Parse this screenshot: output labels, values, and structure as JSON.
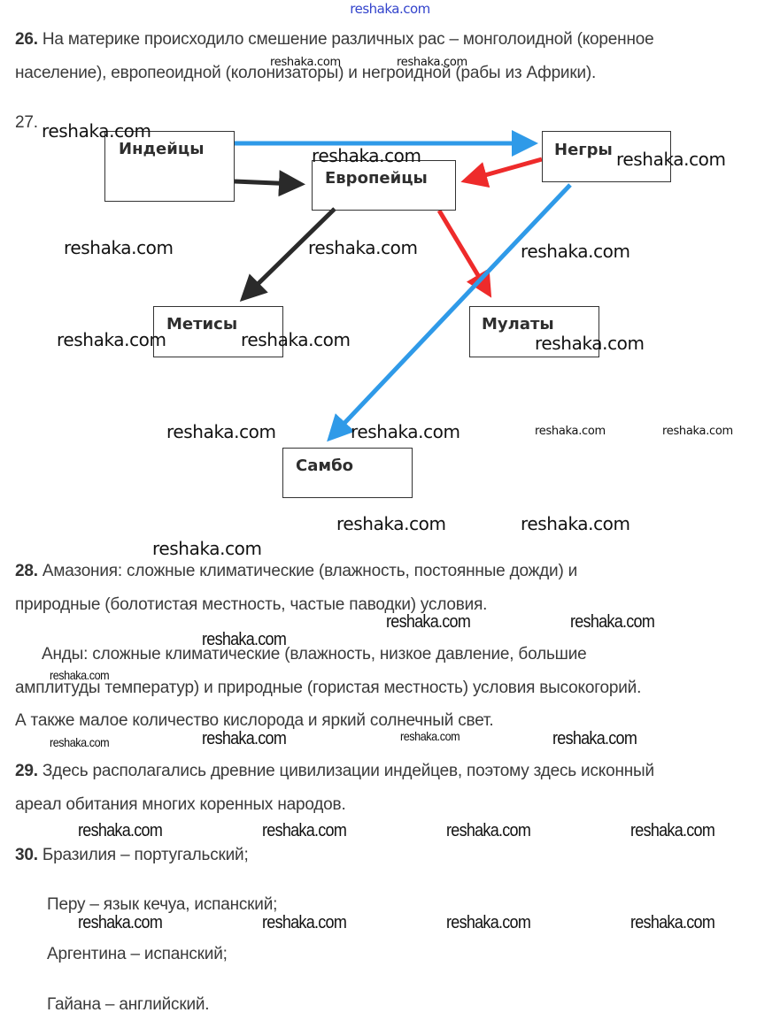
{
  "header": {
    "site": "reshaka.com"
  },
  "q26": {
    "number": "26.",
    "line1": " На материке происходило смешение различных рас – монголоидной (коренное",
    "line2": "население), европеоидной (колонизаторы) и негроидной (рабы из Африки)."
  },
  "q27": {
    "number": "27.",
    "diagram": {
      "nodes": {
        "indians": "Индейцы",
        "europeans": "Европейцы",
        "negroes": "Негры",
        "mestizos": "Метисы",
        "mulattoes": "Мулаты",
        "sambo": "Самбо"
      },
      "edges": [
        {
          "from": "indians",
          "to": "negroes",
          "color": "#2f9ae8"
        },
        {
          "from": "indians",
          "to": "europeans",
          "color": "#2a2a2a"
        },
        {
          "from": "negroes",
          "to": "europeans",
          "color": "#ee2b2b"
        },
        {
          "from": "europeans",
          "to": "mestizos",
          "color": "#2a2a2a"
        },
        {
          "from": "europeans",
          "to": "mulattoes",
          "color": "#ee2b2b"
        },
        {
          "from": "negroes",
          "to": "sambo",
          "color": "#2f9ae8"
        }
      ]
    }
  },
  "q28": {
    "number": "28.",
    "line1": " Амазония: сложные климатические (влажность, постоянные дожди) и",
    "line2": "природные (болотистая местность, частые паводки) условия.",
    "line3": "Анды: сложные климатические (влажность, низкое давление, большие",
    "line4": "амплитуды температур) и природные (гористая местность) условия высокогорий.",
    "line5": "А также малое количество кислорода и яркий солнечный свет."
  },
  "q29": {
    "number": "29.",
    "line1": " Здесь располагались древние цивилизации индейцев, поэтому здесь исконный",
    "line2": "ареал обитания многих коренных народов."
  },
  "q30": {
    "number": "30.",
    "line1": " Бразилия – португальский;",
    "line2": "Перу – язык кечуа, испанский;",
    "line3": "Аргентина – испанский;",
    "line4": "Гайана – английский."
  },
  "watermark": "reshaka.com"
}
